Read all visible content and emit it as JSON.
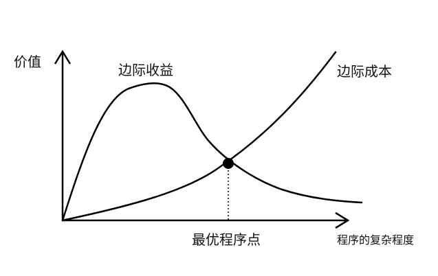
{
  "y_axis": {
    "label": "价值"
  },
  "x_axis": {
    "label": "程序的复杂程度"
  },
  "curves": {
    "marginal_benefit": {
      "label": "边际收益"
    },
    "marginal_cost": {
      "label": "边际成本"
    }
  },
  "optimum": {
    "label": "最优程序点"
  },
  "colors": {
    "line": "#000000",
    "background": "#ffffff"
  }
}
